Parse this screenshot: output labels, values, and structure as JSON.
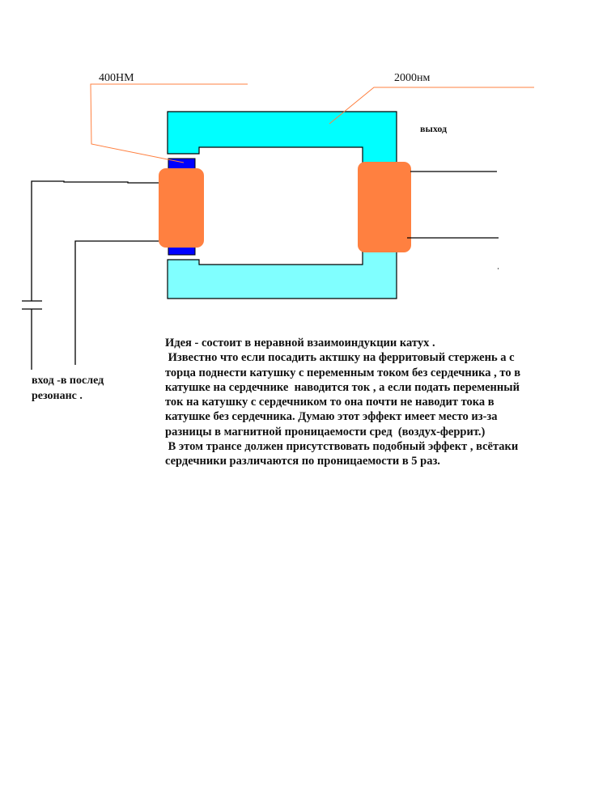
{
  "labels": {
    "left_core_gap": "400НМ",
    "right_core": "2000нм",
    "output": "выход",
    "input_line1": "вход -в послед",
    "input_line2": "резонанс ."
  },
  "description": [
    "Идея - состоит в неравной взаимоиндукции катух .",
    " Известно что если посадить актшку на ферритовый стержень а с",
    "торца поднести катушку с переменным током без сердечника , то в",
    "катушке на сердечнике  наводится ток , а если подать переменный",
    "ток на катушку с сердечником то она почти не наводит тока в",
    "катушке без сердечника. Думаю этот эффект имеет место из-за",
    "разницы в магнитной проницаемости сред  (воздух-феррит.)",
    " В этом трансе должен присутствовать подобный эффект , всётаки",
    "сердечники различаются по проницаемости в 5 раз."
  ],
  "colors": {
    "core_top": "#00ffff",
    "core_bottom": "#80ffff",
    "coil": "#ff8040",
    "spacer": "#0000ff",
    "leader": "#ff8040"
  }
}
